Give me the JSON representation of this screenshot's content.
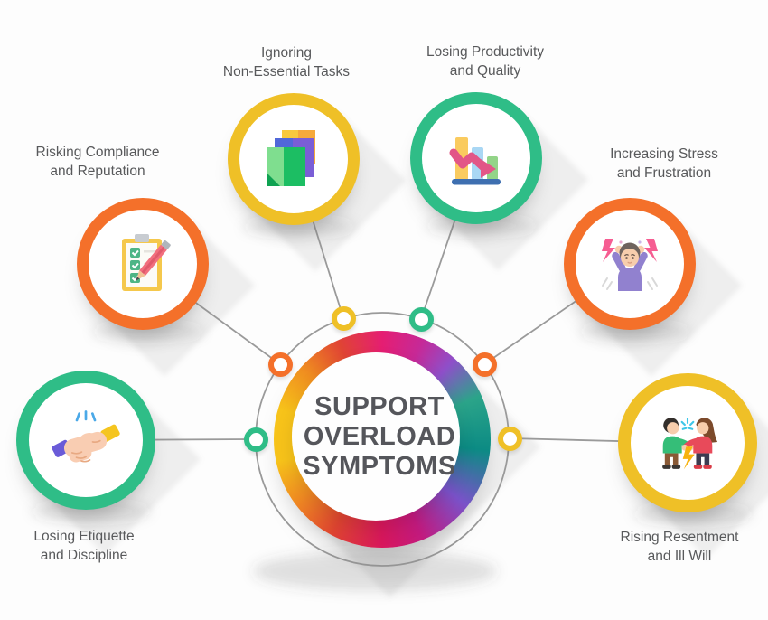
{
  "center": {
    "lines": [
      "SUPPORT",
      "OVERLOAD",
      "SYMPTOMS"
    ]
  },
  "items": [
    {
      "id": "risking-compliance",
      "label_line1": "Risking Compliance",
      "label_line2": "and Reputation",
      "ring_color": "#F4702A",
      "icon": "clipboard-checklist-icon"
    },
    {
      "id": "ignoring-tasks",
      "label_line1": "Ignoring",
      "label_line2": "Non-Essential Tasks",
      "ring_color": "#EFC027",
      "icon": "sticky-notes-icon"
    },
    {
      "id": "losing-productivity",
      "label_line1": "Losing Productivity",
      "label_line2": "and Quality",
      "ring_color": "#2FBD87",
      "icon": "declining-chart-icon"
    },
    {
      "id": "increasing-stress",
      "label_line1": "Increasing Stress",
      "label_line2": "and Frustration",
      "ring_color": "#F4702A",
      "icon": "stressed-person-icon"
    },
    {
      "id": "losing-etiquette",
      "label_line1": "Losing Etiquette",
      "label_line2": "and Discipline",
      "ring_color": "#2FBD87",
      "icon": "handshake-icon"
    },
    {
      "id": "rising-resentment",
      "label_line1": "Rising Resentment",
      "label_line2": "and Ill Will",
      "ring_color": "#EFC027",
      "icon": "arguing-people-icon"
    }
  ],
  "colors": {
    "connector-gray": "#9a9a9a",
    "center-text": "#55565b",
    "label-text": "#58595b",
    "ring-orange": "#F4702A",
    "ring-yellow": "#EFC027",
    "ring-green": "#2FBD87",
    "gradient-pink": "#E51E72",
    "gradient-purple": "#8E4FC9",
    "gradient-teal": "#0C8B84",
    "gradient-yellow": "#F7C31A",
    "gradient-orange": "#F08A22",
    "gradient-red": "#DE4430"
  }
}
